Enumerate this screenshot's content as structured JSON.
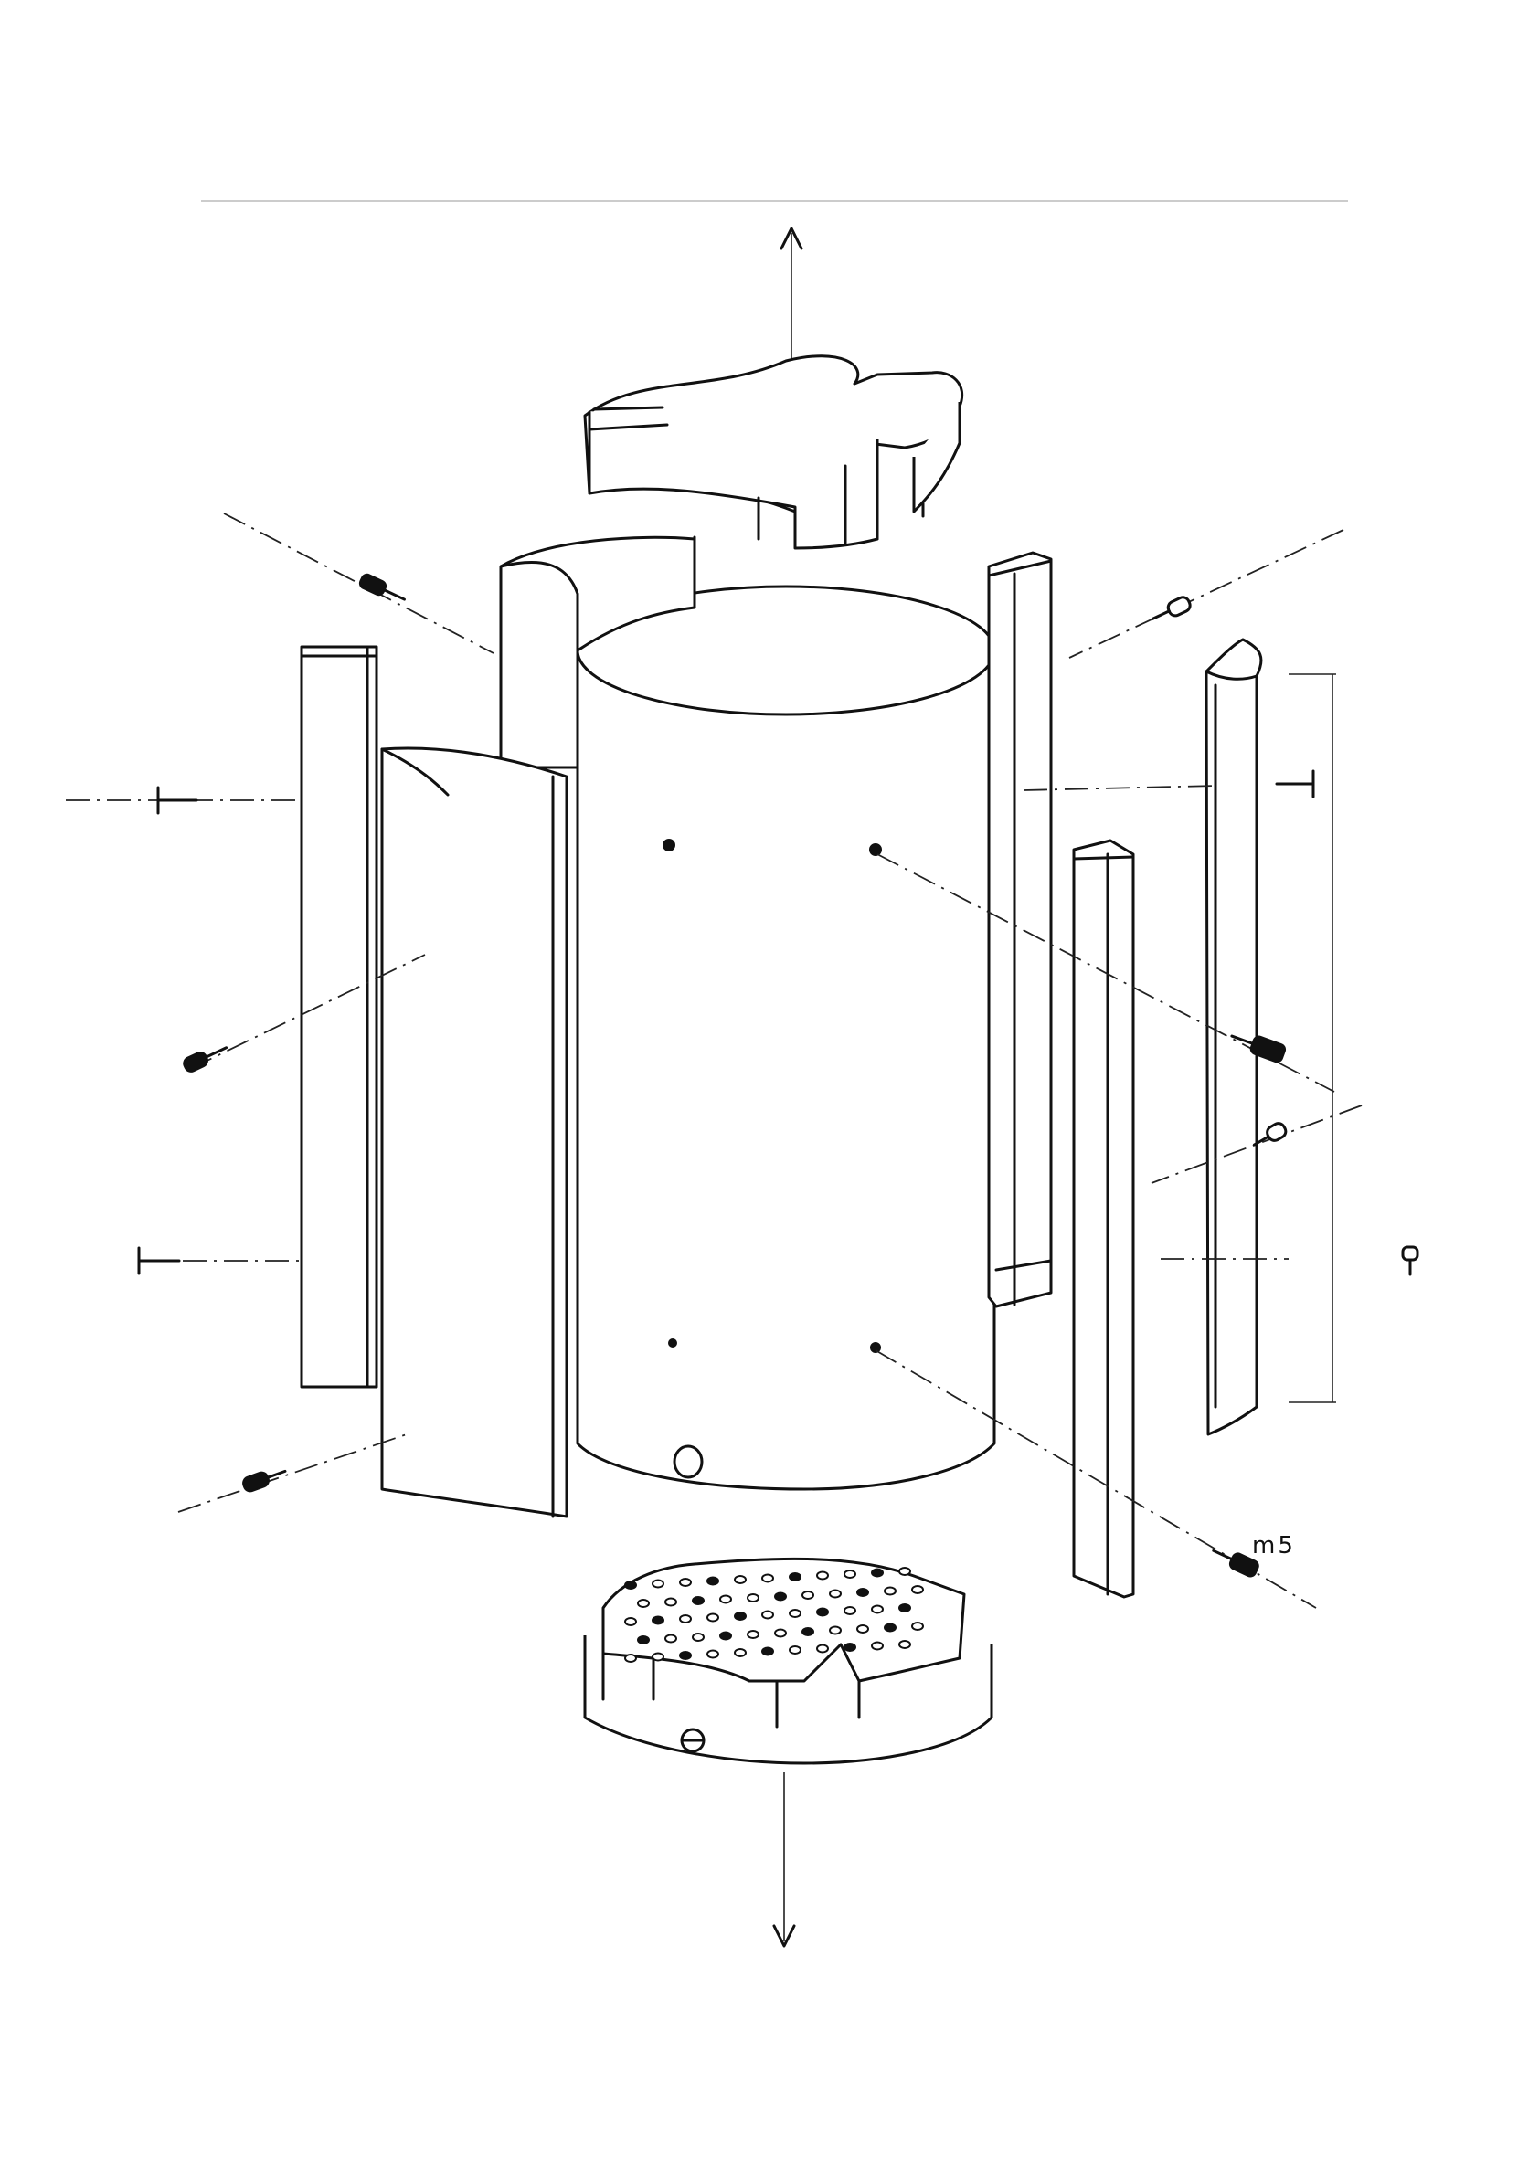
{
  "annotations": {
    "screw_size": "m5"
  },
  "parts": [
    {
      "name": "top-cap"
    },
    {
      "name": "cylinder-body"
    },
    {
      "name": "bottom-base"
    },
    {
      "name": "curved-panel-left"
    },
    {
      "name": "curved-panel-back"
    },
    {
      "name": "curved-panel-right"
    },
    {
      "name": "flat-bar-left"
    },
    {
      "name": "flat-bar-right-back"
    },
    {
      "name": "flat-bar-right-front"
    }
  ],
  "colors": {
    "line": "#111111",
    "background": "#ffffff"
  }
}
